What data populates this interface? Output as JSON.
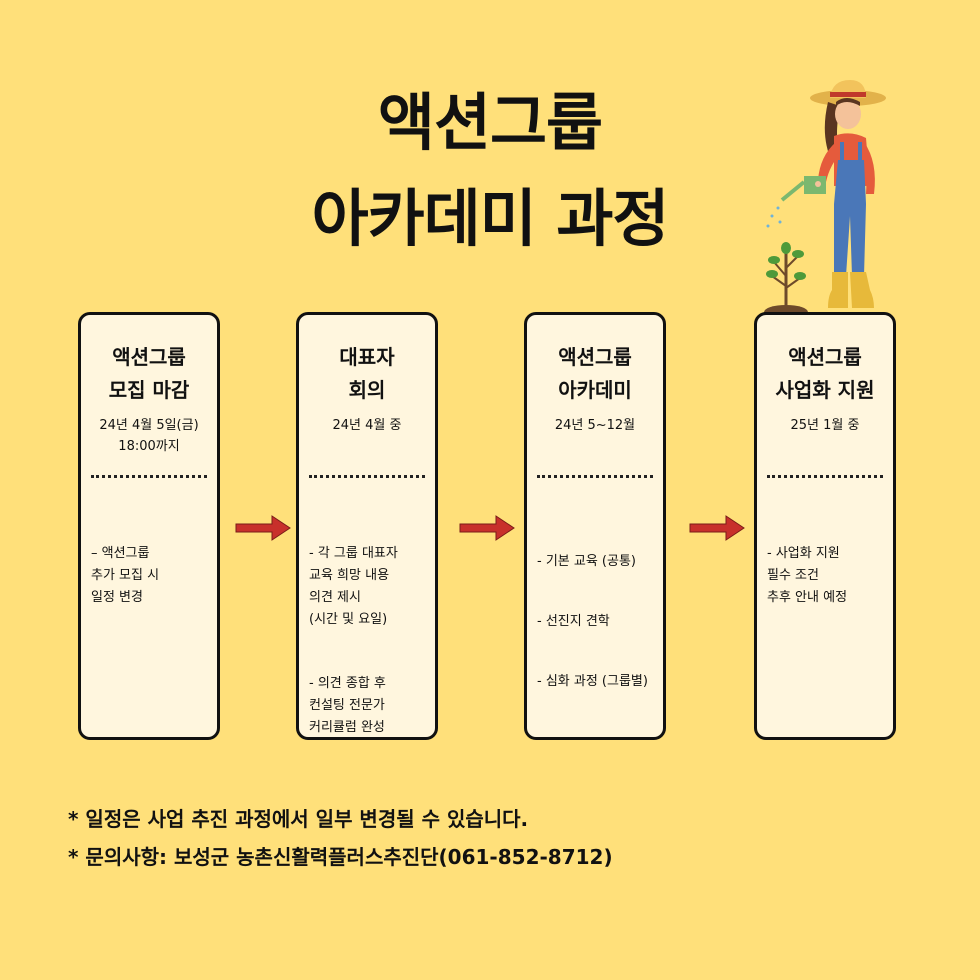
{
  "title": {
    "line1": "액션그룹",
    "line2": "아카데미 과정"
  },
  "steps": [
    {
      "title": "액션그룹\n모집 마감",
      "date": "24년 4월 5일(금)\n18:00까지",
      "items": [
        "– 액션그룹\n   추가 모집 시\n   일정 변경"
      ]
    },
    {
      "title": "대표자\n회의",
      "date": "24년 4월 중",
      "items": [
        "- 각 그룹 대표자\n   교육 희망 내용\n   의견 제시\n   (시간 및 요일)",
        "- 의견 종합 후\n   컨설팅 전문가\n   커리큘럼  완성"
      ]
    },
    {
      "title": "액션그룹\n아카데미",
      "date": "24년 5~12월",
      "items": [
        "- 기본 교육 (공통)",
        "- 선진지 견학",
        "- 심화 과정 (그룹별)"
      ]
    },
    {
      "title": "액션그룹\n사업화 지원",
      "date": "25년 1월 중",
      "items": [
        "- 사업화 지원\n   필수 조건\n   추후 안내 예정"
      ]
    }
  ],
  "notes": [
    "* 일정은 사업 추진 과정에서 일부 변경될 수 있습니다.",
    "* 문의사항: 보성군 농촌신활력플러스추진단(061-852-8712)"
  ],
  "colors": {
    "background": "#FFE07A",
    "card": "#FFF6DE",
    "arrow": "#C8302B"
  },
  "icons": [
    "right-arrow-icon",
    "farmer-illustration"
  ]
}
